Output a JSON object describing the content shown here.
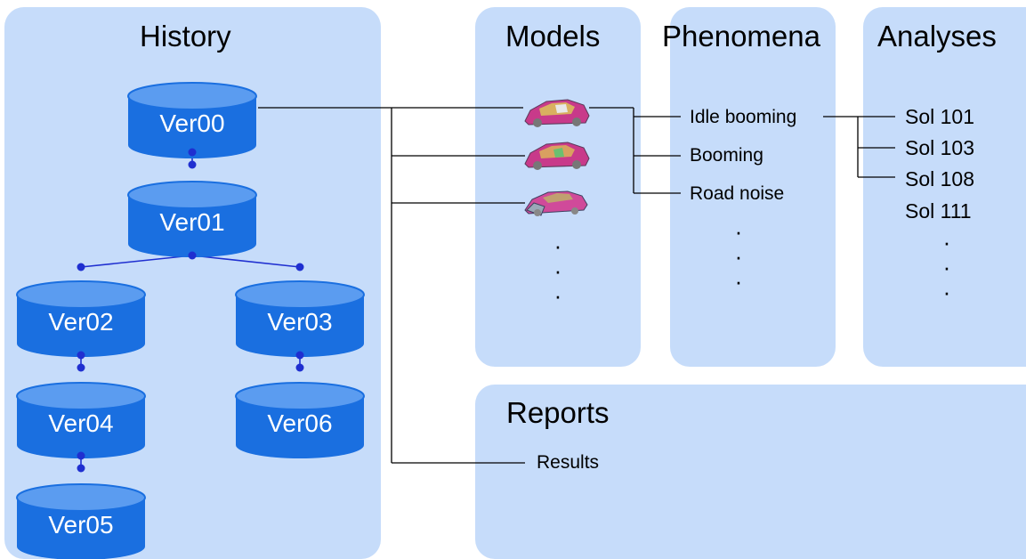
{
  "panels": {
    "history": "History",
    "models": "Models",
    "phenomena": "Phenomena",
    "analyses": "Analyses",
    "reports": "Reports"
  },
  "versions": [
    "Ver00",
    "Ver01",
    "Ver02",
    "Ver03",
    "Ver04",
    "Ver05",
    "Ver06"
  ],
  "models": {
    "icons": [
      "car-model-icon",
      "car-model-icon",
      "car-body-frame-icon"
    ],
    "ellipsis": "·\n·\n·"
  },
  "phenomena": {
    "items": [
      "Idle booming",
      "Booming",
      "Road noise"
    ],
    "ellipsis": "·\n·\n·"
  },
  "analyses": {
    "items": [
      "Sol 101",
      "Sol 103",
      "Sol 108",
      "Sol 111"
    ],
    "ellipsis": "·\n·\n·"
  },
  "reports": {
    "items": [
      "Results"
    ]
  },
  "colors": {
    "panel": "#c6dcfa",
    "cylinder": "#1a6fe0",
    "cylinder_top": "#5b9cf0",
    "connector": "#1f2fd0"
  }
}
